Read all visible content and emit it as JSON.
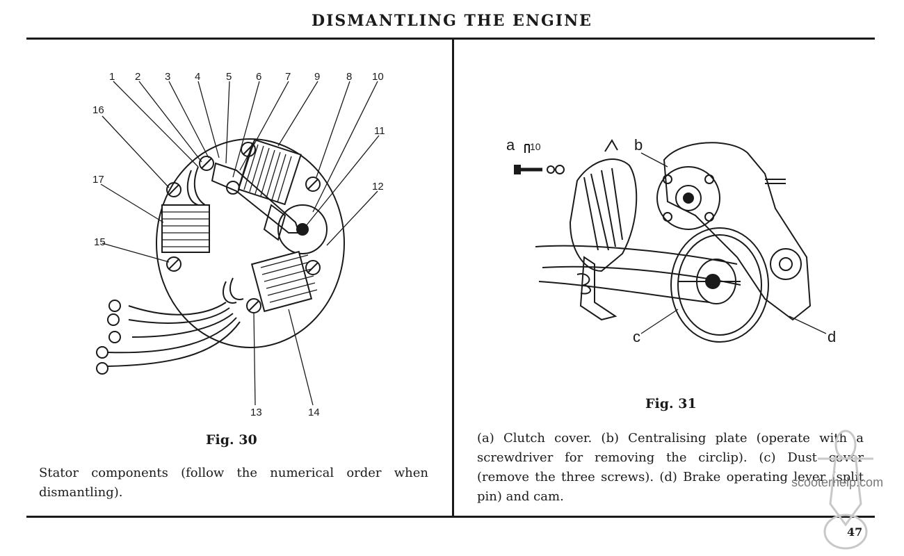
{
  "header": {
    "title": "DISMANTLING THE ENGINE"
  },
  "figure30": {
    "callouts": [
      "1",
      "2",
      "3",
      "4",
      "5",
      "6",
      "7",
      "9",
      "8",
      "10",
      "11",
      "12",
      "16",
      "17",
      "15",
      "13",
      "14"
    ],
    "title": "Fig. 30",
    "caption": "Stator components (follow the numerical order when dismantling)."
  },
  "figure31": {
    "callouts": [
      "a",
      "10",
      "b",
      "c",
      "d"
    ],
    "title": "Fig. 31",
    "caption": "(a) Clutch cover. (b) Centralising plate (operate with a screwdriver for removing the circlip). (c) Dust cover (remove the three screws). (d) Brake operating lever (split pin) and cam."
  },
  "footer": {
    "page_number": "47"
  },
  "watermark": {
    "text": "scooterhelp.com"
  }
}
